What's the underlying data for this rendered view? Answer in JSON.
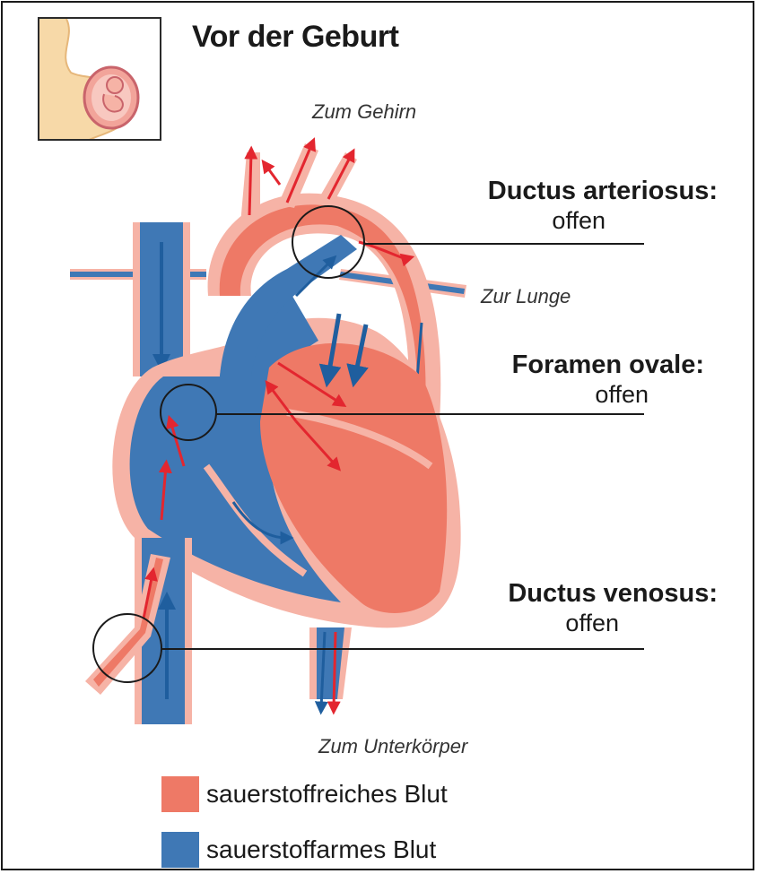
{
  "title": "Vor der Geburt",
  "flow_labels": {
    "brain": "Zum Gehirn",
    "lung": "Zur Lunge",
    "lower_body": "Zum Unterkörper"
  },
  "annotations": [
    {
      "heading": "Ductus arteriosus:",
      "state": "offen"
    },
    {
      "heading": "Foramen ovale:",
      "state": "offen"
    },
    {
      "heading": "Ductus venosus:",
      "state": "offen"
    }
  ],
  "legend": [
    {
      "label": "sauerstoffreiches Blut",
      "color": "#ee7966"
    },
    {
      "label": "sauerstoffarmes Blut",
      "color": "#3f78b5"
    }
  ],
  "colors": {
    "oxygen_rich": "#ee7966",
    "oxygen_poor": "#3f78b5",
    "wall": "#f6b3a6",
    "arrow_red": "#e3262f",
    "arrow_blue": "#1f5e9e"
  }
}
